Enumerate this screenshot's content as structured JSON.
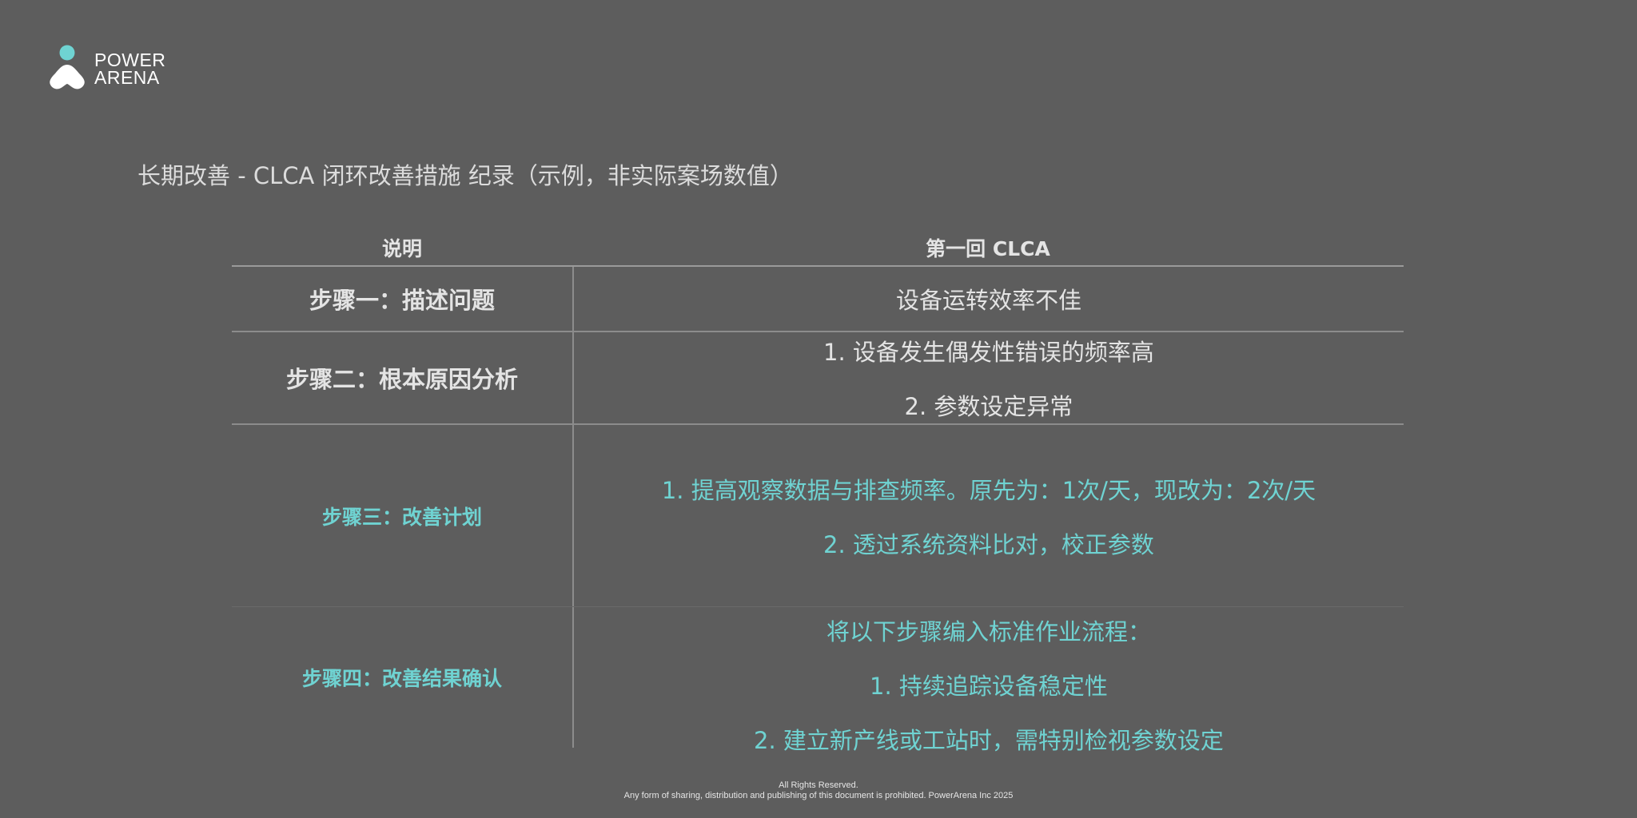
{
  "logo": {
    "line1": "POWER",
    "line2": "ARENA",
    "icon": "powerarena-logo-icon",
    "accent_color": "#6fd3d2"
  },
  "title": "长期改善 - CLCA 闭环改善措施 纪录（示例，非实际案场数值）",
  "table": {
    "headers": [
      "说明",
      "第一回 CLCA"
    ],
    "rows": [
      {
        "label": "步骤一：描述问题",
        "lines": [
          "设备运转效率不佳"
        ]
      },
      {
        "label": "步骤二：根本原因分析",
        "lines": [
          "1. 设备发生偶发性错误的频率高",
          "2. 参数设定异常"
        ]
      },
      {
        "label": "步骤三：改善计划",
        "lines": [
          "1. 提高观察数据与排查频率。原先为：1次/天，现改为：2次/天",
          "2. 透过系统资料比对，校正参数"
        ]
      },
      {
        "label": "步骤四：改善结果确认",
        "lines": [
          "将以下步骤编入标准作业流程：",
          "1. 持续追踪设备稳定性",
          "2. 建立新产线或工站时，需特别检视参数设定"
        ]
      }
    ]
  },
  "footer": {
    "line1": "All Rights Reserved.",
    "line2": "Any form of sharing, distribution and publishing of this document is prohibited. PowerArena Inc 2025"
  },
  "colors": {
    "background": "#5d5d5d",
    "text": "#e4e4e4",
    "teal": "#6fd3d2"
  }
}
